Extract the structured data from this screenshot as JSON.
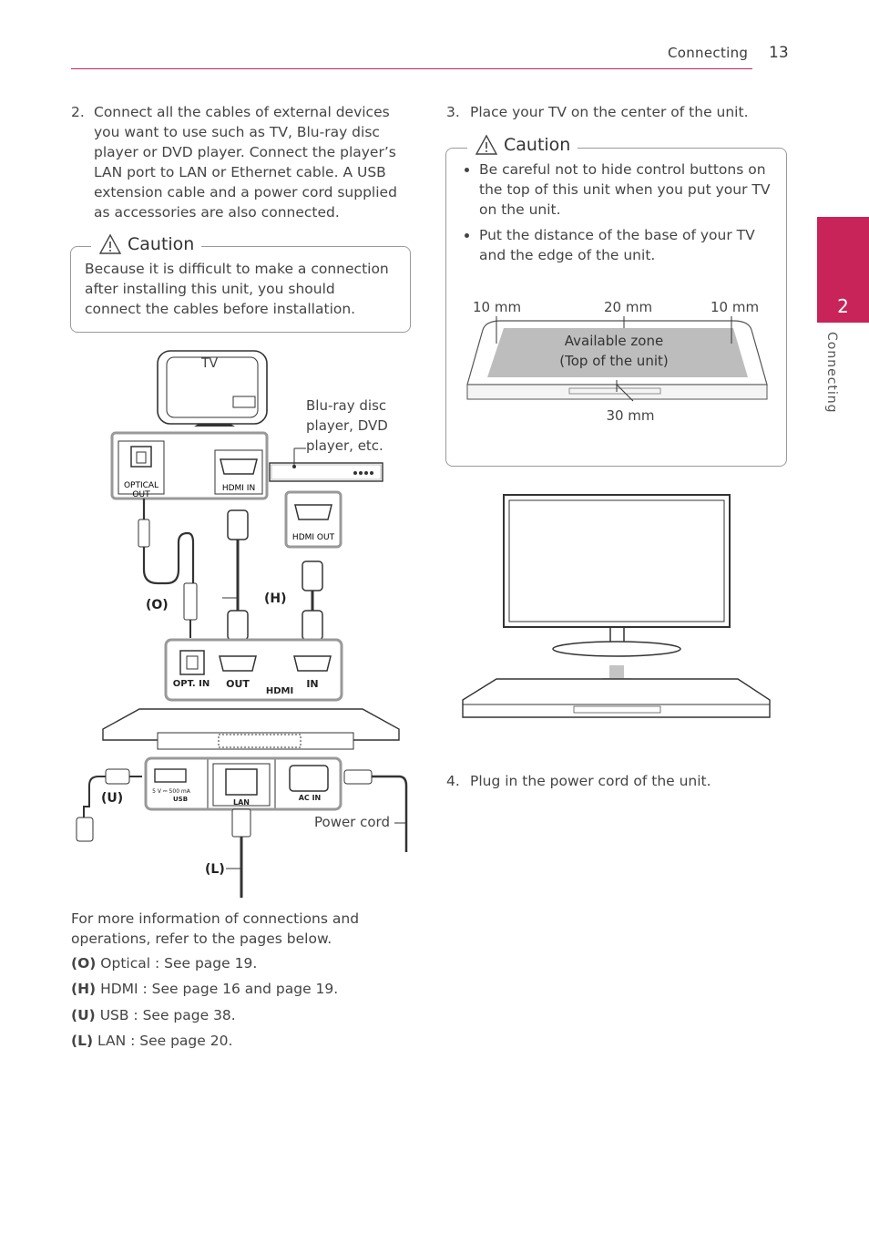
{
  "header": {
    "section": "Connecting",
    "page_number": "13"
  },
  "side_tab": {
    "number": "2",
    "label": "Connecting"
  },
  "left": {
    "step2_number": "2.",
    "step2_text": "Connect all the cables of external devices you want to use such as TV, Blu-ray disc player or DVD player. Connect the player’s LAN port to LAN or Ethernet cable. A USB extension cable and a power cord supplied as accessories are also connected.",
    "caution_title": "Caution",
    "caution_text": "Because it is difficult to make a connection after installing this unit, you should connect the cables before installation.",
    "diagram": {
      "tv_label": "TV",
      "player_label": "Blu-ray disc player, DVD player, etc.",
      "optical_out": "OPTICAL OUT",
      "hdmi_in": "HDMI IN",
      "hdmi_out": "HDMI OUT",
      "label_o": "(O)",
      "label_h": "(H)",
      "opt_in": "OPT. IN",
      "out": "OUT",
      "hdmi_logo": "HDMI",
      "in": "IN",
      "usb_spec": "5 V ⎓ 500 mA",
      "usb": "USB",
      "lan": "LAN",
      "ac_in": "AC IN",
      "label_u": "(U)",
      "label_l": "(L)",
      "power_cord": "Power cord"
    },
    "more_info": "For more information of connections and operations, refer to the pages below.",
    "refs": [
      {
        "key": "(O)",
        "text": " Optical : See page 19."
      },
      {
        "key": "(H)",
        "text": " HDMI : See page 16 and page 19."
      },
      {
        "key": "(U)",
        "text": " USB : See page 38."
      },
      {
        "key": "(L)",
        "text": " LAN : See page 20."
      }
    ]
  },
  "right": {
    "step3_number": "3.",
    "step3_text": "Place your TV on the center of the unit.",
    "caution_title": "Caution",
    "bullets": [
      "Be careful not to hide control buttons on the top of this unit when you put your TV on the unit.",
      "Put the distance of the base of your TV and the edge of the unit."
    ],
    "dims": {
      "left": "10 mm",
      "center": "20 mm",
      "right": "10 mm",
      "bottom": "30 mm"
    },
    "zone_line1": "Available zone",
    "zone_line2": "(Top of the unit)",
    "step4_number": "4.",
    "step4_text": "Plug in the power cord of the unit."
  },
  "colors": {
    "accent": "#c8245a",
    "zone": "#bdbdbd"
  }
}
